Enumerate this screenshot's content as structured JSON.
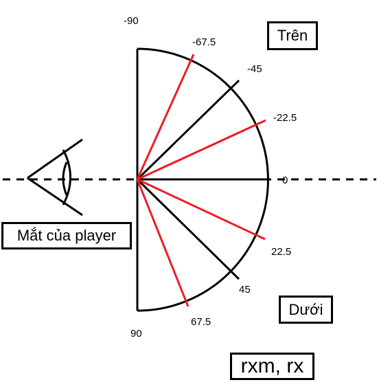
{
  "labels": {
    "top": "Trên",
    "bottom": "Dưới",
    "eye": "Mắt của player",
    "variables": "rxm, rx"
  },
  "angle_labels": {
    "a_n90": "-90",
    "a_n675": "-67.5",
    "a_n45": "-45",
    "a_n225": "-22.5",
    "a_0": "0",
    "a_225": "22.5",
    "a_45": "45",
    "a_675": "67.5",
    "a_90": "90"
  },
  "colors": {
    "line": "#000000",
    "highlight": "#ee1c24"
  }
}
